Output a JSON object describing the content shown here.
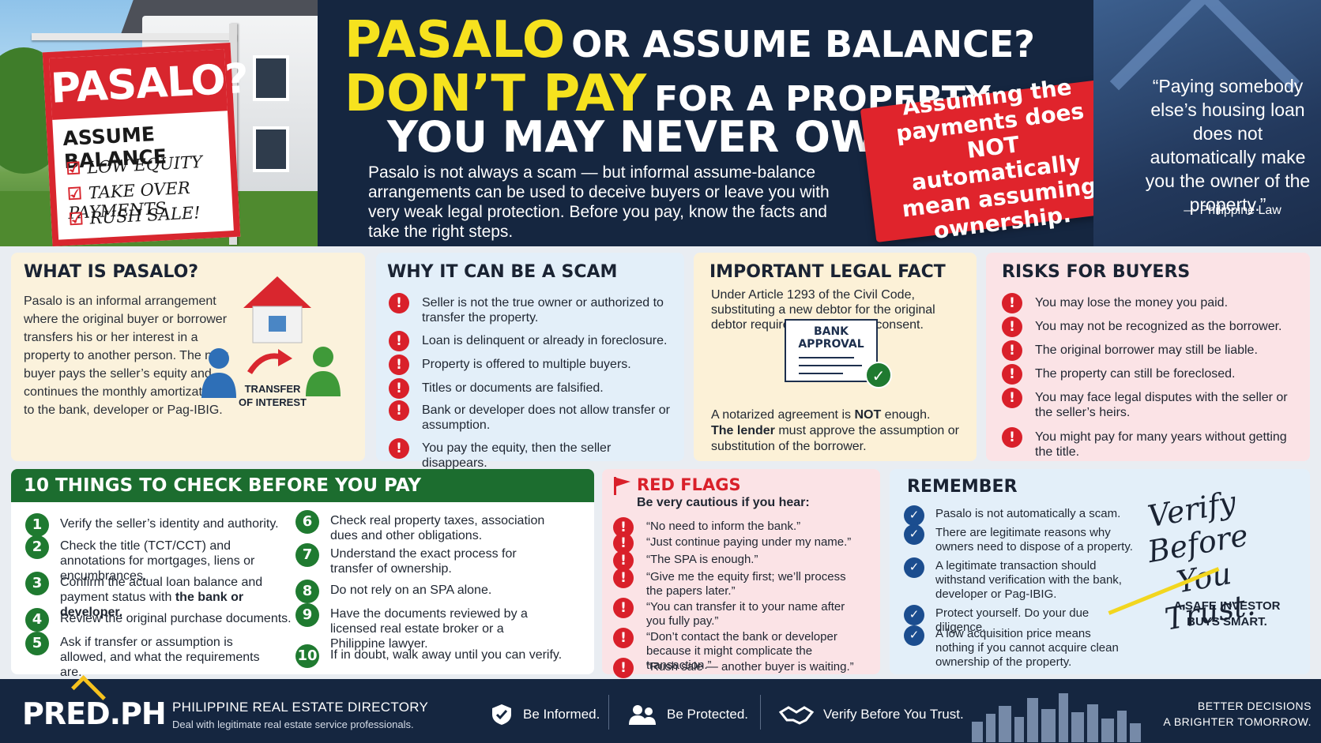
{
  "header": {
    "sign": {
      "title": "PASALO?",
      "subtitle": "ASSUME BALANCE",
      "items": [
        "LOW EQUITY",
        "TAKE OVER PAYMENTS",
        "RUSH SALE!"
      ]
    },
    "title_line1_highlight": "PASALO",
    "title_line1_rest": "OR ASSUME BALANCE?",
    "title_line2_highlight": "DON’T PAY",
    "title_line2_rest": "FOR A PROPERTY",
    "title_line3": "YOU MAY NEVER OWN.",
    "intro": "Pasalo is not always a scam — but informal assume-balance arrangements can be used to deceive buyers or leave you with very weak legal protection. Before you pay, know the facts and take the right steps.",
    "banner": "Assuming the payments does NOT automatically mean assuming ownership.",
    "quote": "“Paying somebody else’s housing loan does not automatically make you the owner of the property.”",
    "quote_source": "— Philippine Law"
  },
  "what": {
    "title": "WHAT IS PASALO?",
    "text": "Pasalo is an informal arrangement where the original buyer or borrower transfers his or her interest in a property to another person. The new buyer pays the seller’s equity and continues the monthly amortization to the bank, developer or Pag-IBIG.",
    "transfer_label_1": "TRANSFER",
    "transfer_label_2": "OF INTEREST"
  },
  "scam": {
    "title": "WHY IT CAN BE A SCAM",
    "items": [
      "Seller is not the true owner or authorized to transfer the property.",
      "Loan is delinquent or already in foreclosure.",
      "Property is offered to multiple buyers.",
      "Titles or documents are falsified.",
      "Bank or developer does not allow transfer or assumption.",
      "You pay the equity, then the seller disappears."
    ]
  },
  "legal": {
    "title": "IMPORTANT LEGAL FACT",
    "text": "Under Article 1293 of the Civil Code, substituting a new debtor for the original debtor requires the creditor’s consent.",
    "doc_line1": "BANK",
    "doc_line2": "APPROVAL",
    "note_a": "A notarized agreement is ",
    "note_b": "NOT",
    "note_c": " enough.",
    "note_d": "The lender",
    "note_e": " must approve the assumption or substitution of the borrower."
  },
  "risks": {
    "title": "RISKS FOR BUYERS",
    "items": [
      "You may lose the money you paid.",
      "You may not be recognized as the borrower.",
      "The original borrower may still be liable.",
      "The property can still be foreclosed.",
      "You may face legal disputes with the seller or the seller’s heirs.",
      "You might pay for many years without getting the title."
    ]
  },
  "checks": {
    "title": "10 THINGS TO CHECK BEFORE YOU PAY",
    "items": [
      {
        "n": "1",
        "text": "Verify the seller’s identity and authority."
      },
      {
        "n": "2",
        "text": "Check the title (TCT/CCT) and annotations for mortgages, liens or encumbrances."
      },
      {
        "n": "3",
        "text_a": "Confirm the actual loan balance and payment status with ",
        "text_b": "the bank or developer."
      },
      {
        "n": "4",
        "text": "Review the original purchase documents."
      },
      {
        "n": "5",
        "text": "Ask if transfer or assumption is allowed, and what the requirements are."
      },
      {
        "n": "6",
        "text": "Check real property taxes, association dues and other obligations."
      },
      {
        "n": "7",
        "text": "Understand the exact process for transfer of ownership."
      },
      {
        "n": "8",
        "text": "Do not rely on an SPA alone."
      },
      {
        "n": "9",
        "text": "Have the documents reviewed by a licensed real estate broker or a Philippine lawyer."
      },
      {
        "n": "10",
        "text": "If in doubt, walk away until you can verify."
      }
    ]
  },
  "flags": {
    "title": "RED FLAGS",
    "subtitle": "Be very cautious if you hear:",
    "items": [
      "“No need to inform the bank.”",
      "“Just continue paying under my name.”",
      "“The SPA is enough.”",
      "“Give me the equity first; we’ll process the papers later.”",
      "“You can transfer it to your name after you fully pay.”",
      "“Don’t contact the bank or developer because it might complicate the transaction.”",
      "“Rush sale — another buyer is waiting.”"
    ]
  },
  "remember": {
    "title": "REMEMBER",
    "items": [
      "Pasalo is not automatically a scam.",
      "There are legitimate reasons why owners need to dispose of a property.",
      "A legitimate transaction should withstand verification with the bank, developer or Pag-IBIG.",
      "Protect yourself.  Do your due diligence.",
      "A low acquisition price means nothing if you cannot acquire clean ownership of the property."
    ],
    "verify_1": "Verify",
    "verify_2": "Before You",
    "verify_3": "Trust.",
    "safe_1": "A SAFE INVESTOR",
    "safe_2": "BUYS SMART."
  },
  "footer": {
    "logo": "PRED.PH",
    "directory_title": "PHILIPPINE REAL ESTATE DIRECTORY",
    "directory_sub": "Deal with legitimate real estate service professionals.",
    "items": [
      "Be Informed.",
      "Be Protected.",
      "Verify Before You Trust."
    ],
    "tagline_1": "BETTER DECISIONS",
    "tagline_2": "A BRIGHTER TOMORROW."
  },
  "colors": {
    "navy": "#152640",
    "yellow": "#f6e21e",
    "red": "#e0242c",
    "green": "#1c6d2f",
    "blue": "#1b4d8f"
  }
}
